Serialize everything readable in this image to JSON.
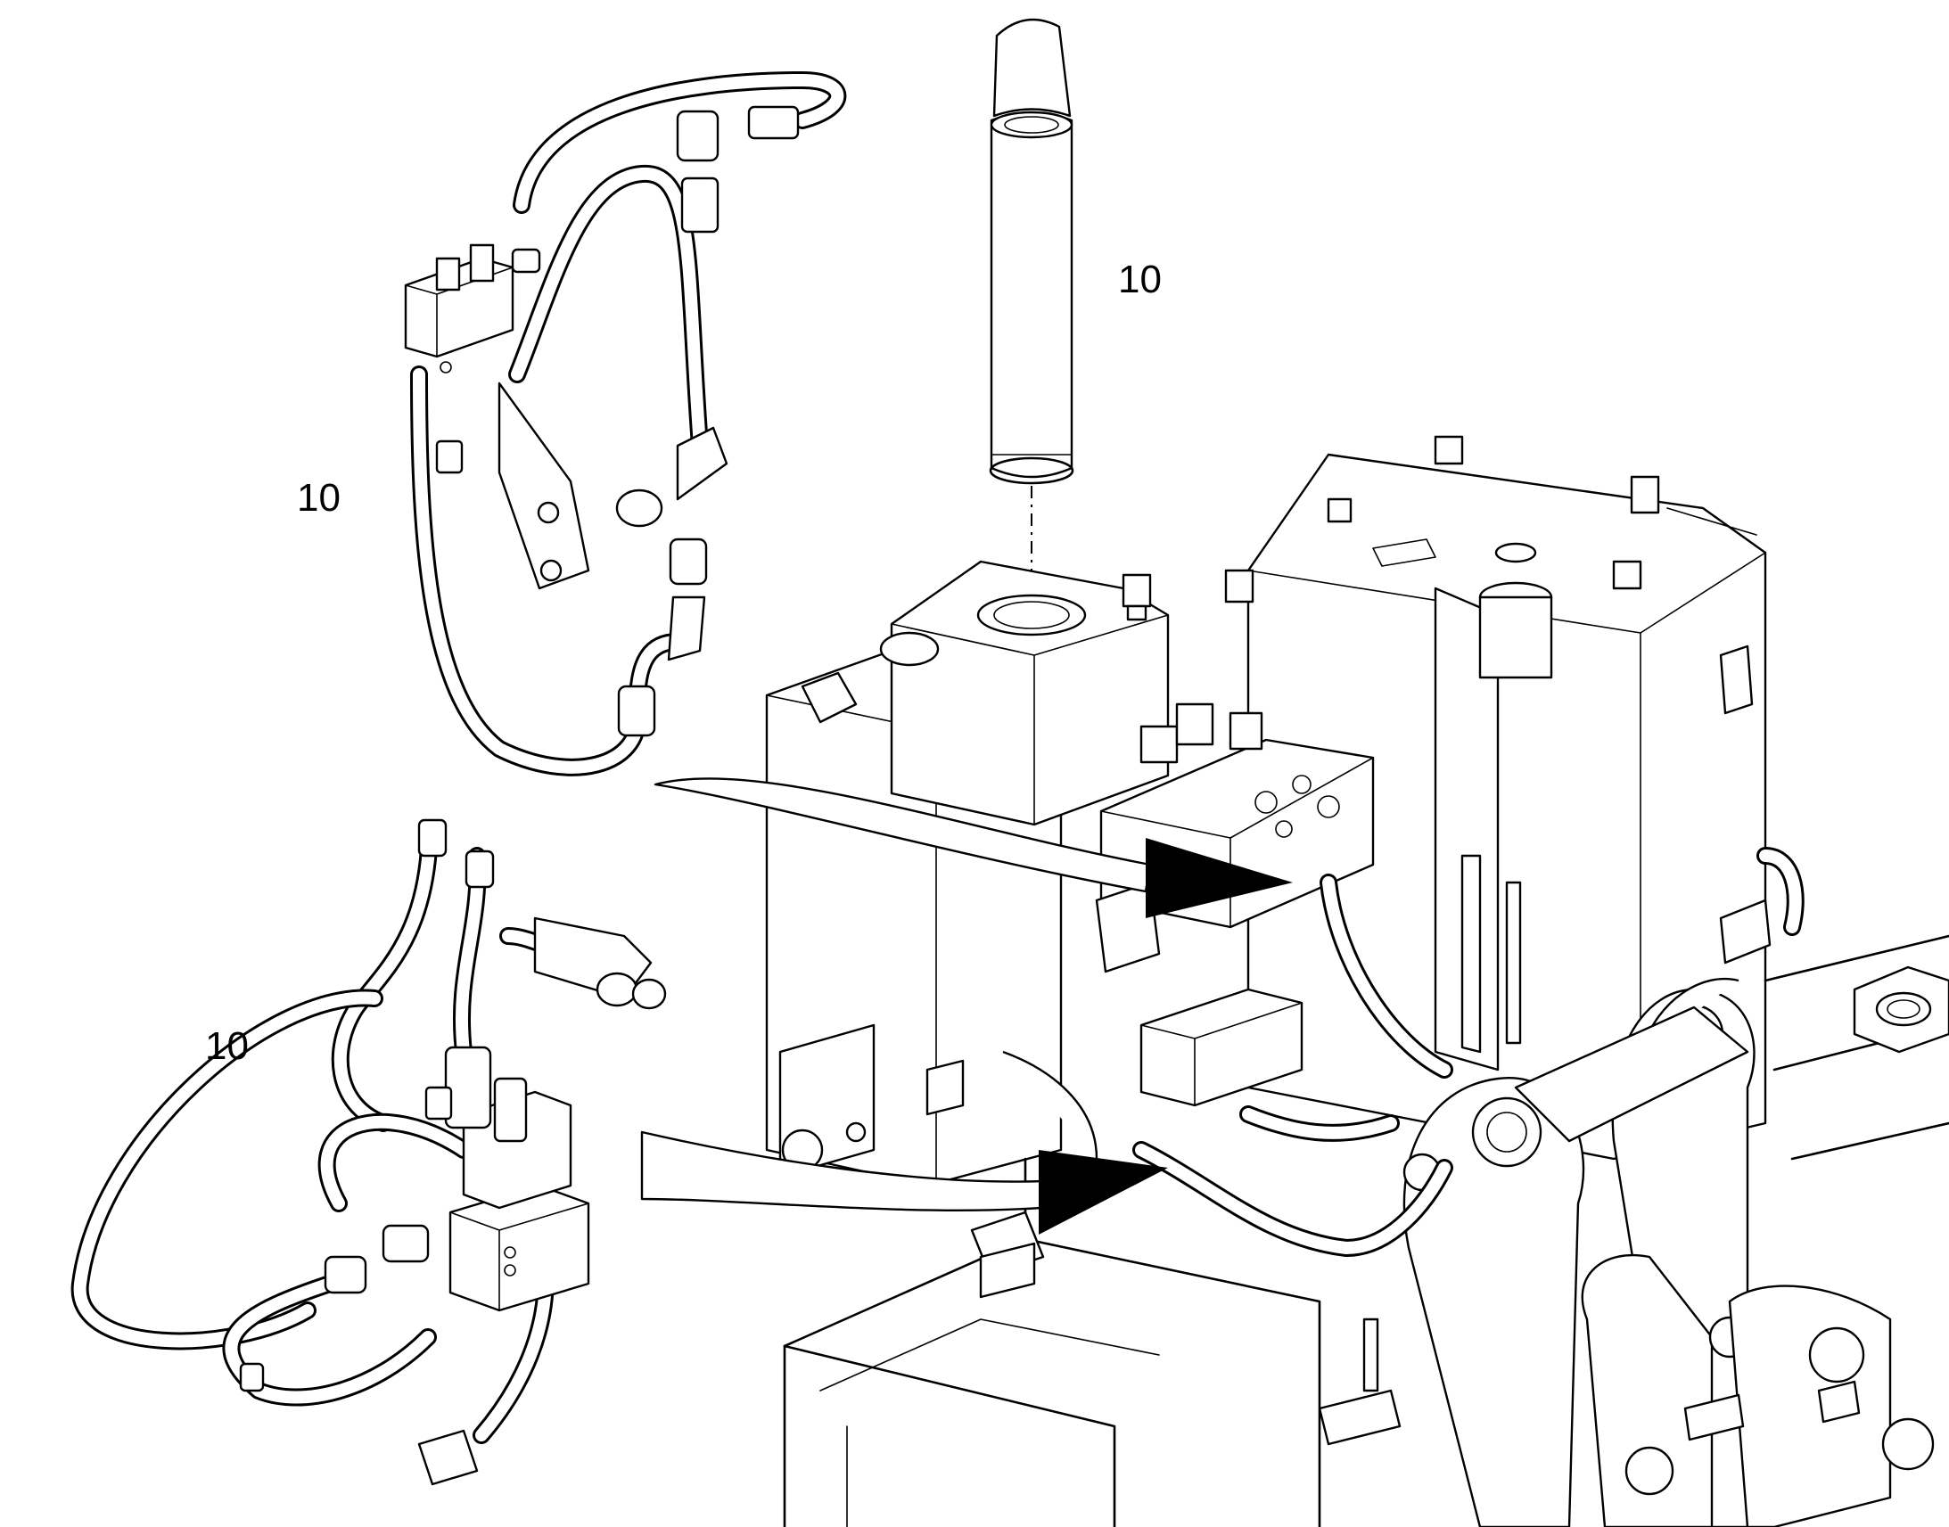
{
  "callouts": [
    {
      "id": "filter-element",
      "text": "10"
    },
    {
      "id": "upper-hose-assembly",
      "text": "10"
    },
    {
      "id": "lower-valve-assembly",
      "text": "10"
    }
  ]
}
